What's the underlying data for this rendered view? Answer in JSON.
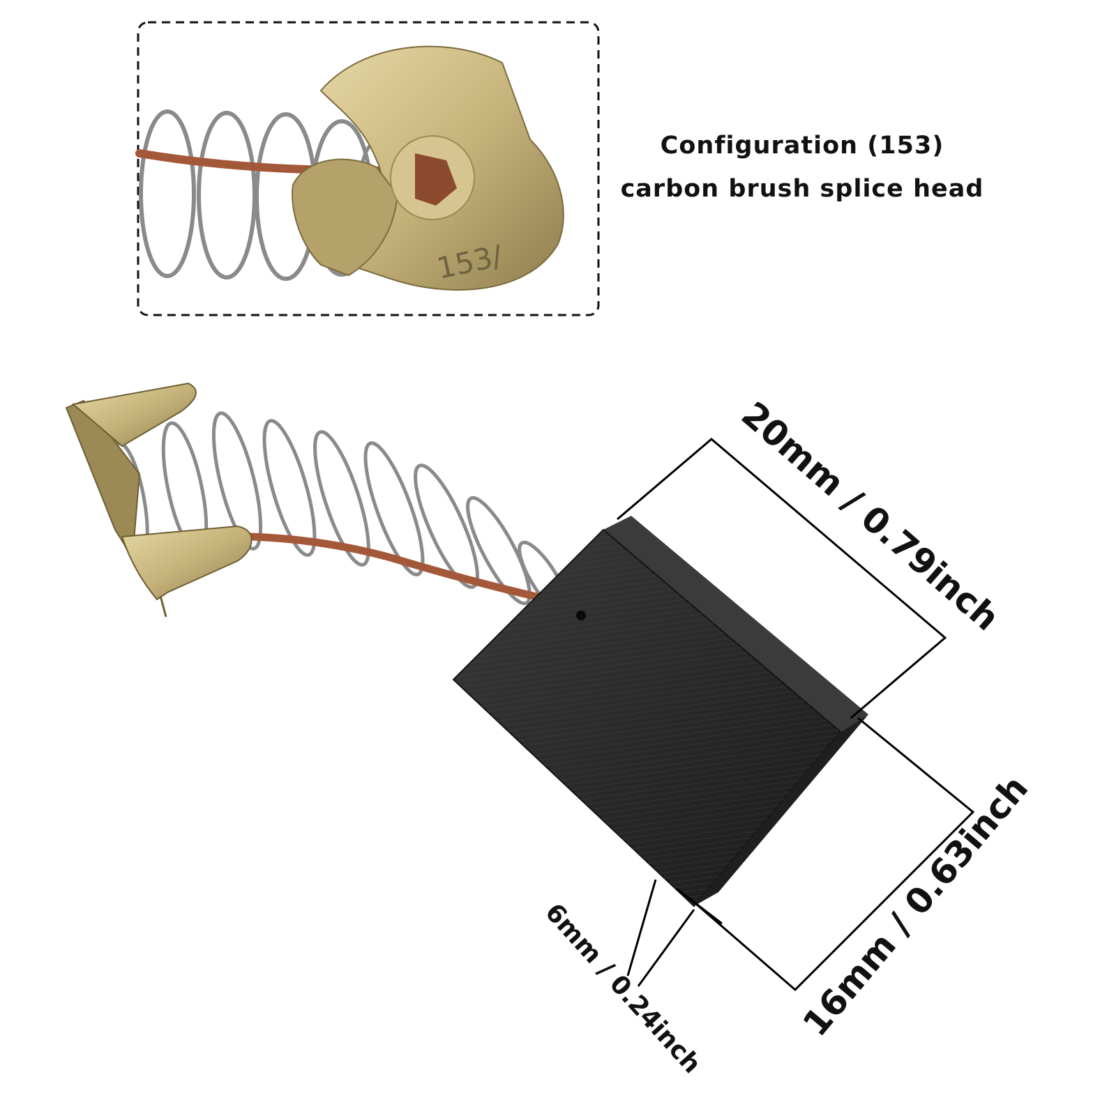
{
  "caption": {
    "line1": "Configuration (153)",
    "line2": "carbon brush splice head"
  },
  "detail_inset": {
    "stamp_text": "153/"
  },
  "dimensions": {
    "length": "20mm / 0.79inch",
    "width": "16mm / 0.63inch",
    "thickness": "6mm / 0.24inch"
  },
  "colors": {
    "brass": "#c6b37b",
    "carbon": "#2a2a2a",
    "copper_wire": "#a4583a",
    "spring_steel": "#8a8a8a",
    "dimension_line": "#000000"
  }
}
